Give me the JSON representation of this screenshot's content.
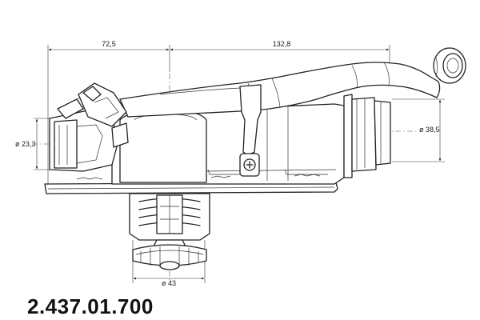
{
  "dimensions": {
    "width_left": "72,5",
    "width_right": "132,8",
    "diameter_left": "ø 23,3",
    "diameter_right": "ø 38,5",
    "diameter_bottom": "ø 43"
  },
  "part_number": "2.437.01.700"
}
